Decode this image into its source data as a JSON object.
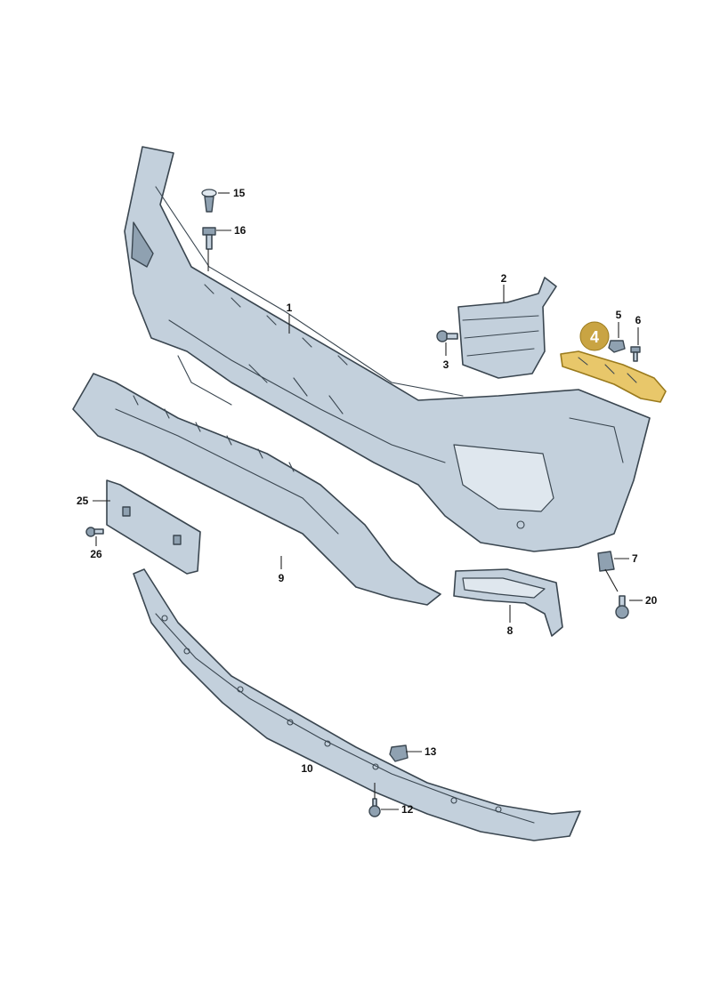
{
  "callouts": {
    "c1": "1",
    "c2": "2",
    "c3": "3",
    "c4": "4",
    "c5": "5",
    "c6": "6",
    "c7": "7",
    "c8": "8",
    "c9": "9",
    "c10": "10",
    "c12": "12",
    "c13": "13",
    "c15": "15",
    "c16": "16",
    "c20": "20",
    "c25": "25",
    "c26": "26"
  },
  "highlight": {
    "part": "4",
    "color": "#c9a443"
  },
  "colors": {
    "part_fill": "#c3d0dc",
    "outline": "#3a4650"
  }
}
